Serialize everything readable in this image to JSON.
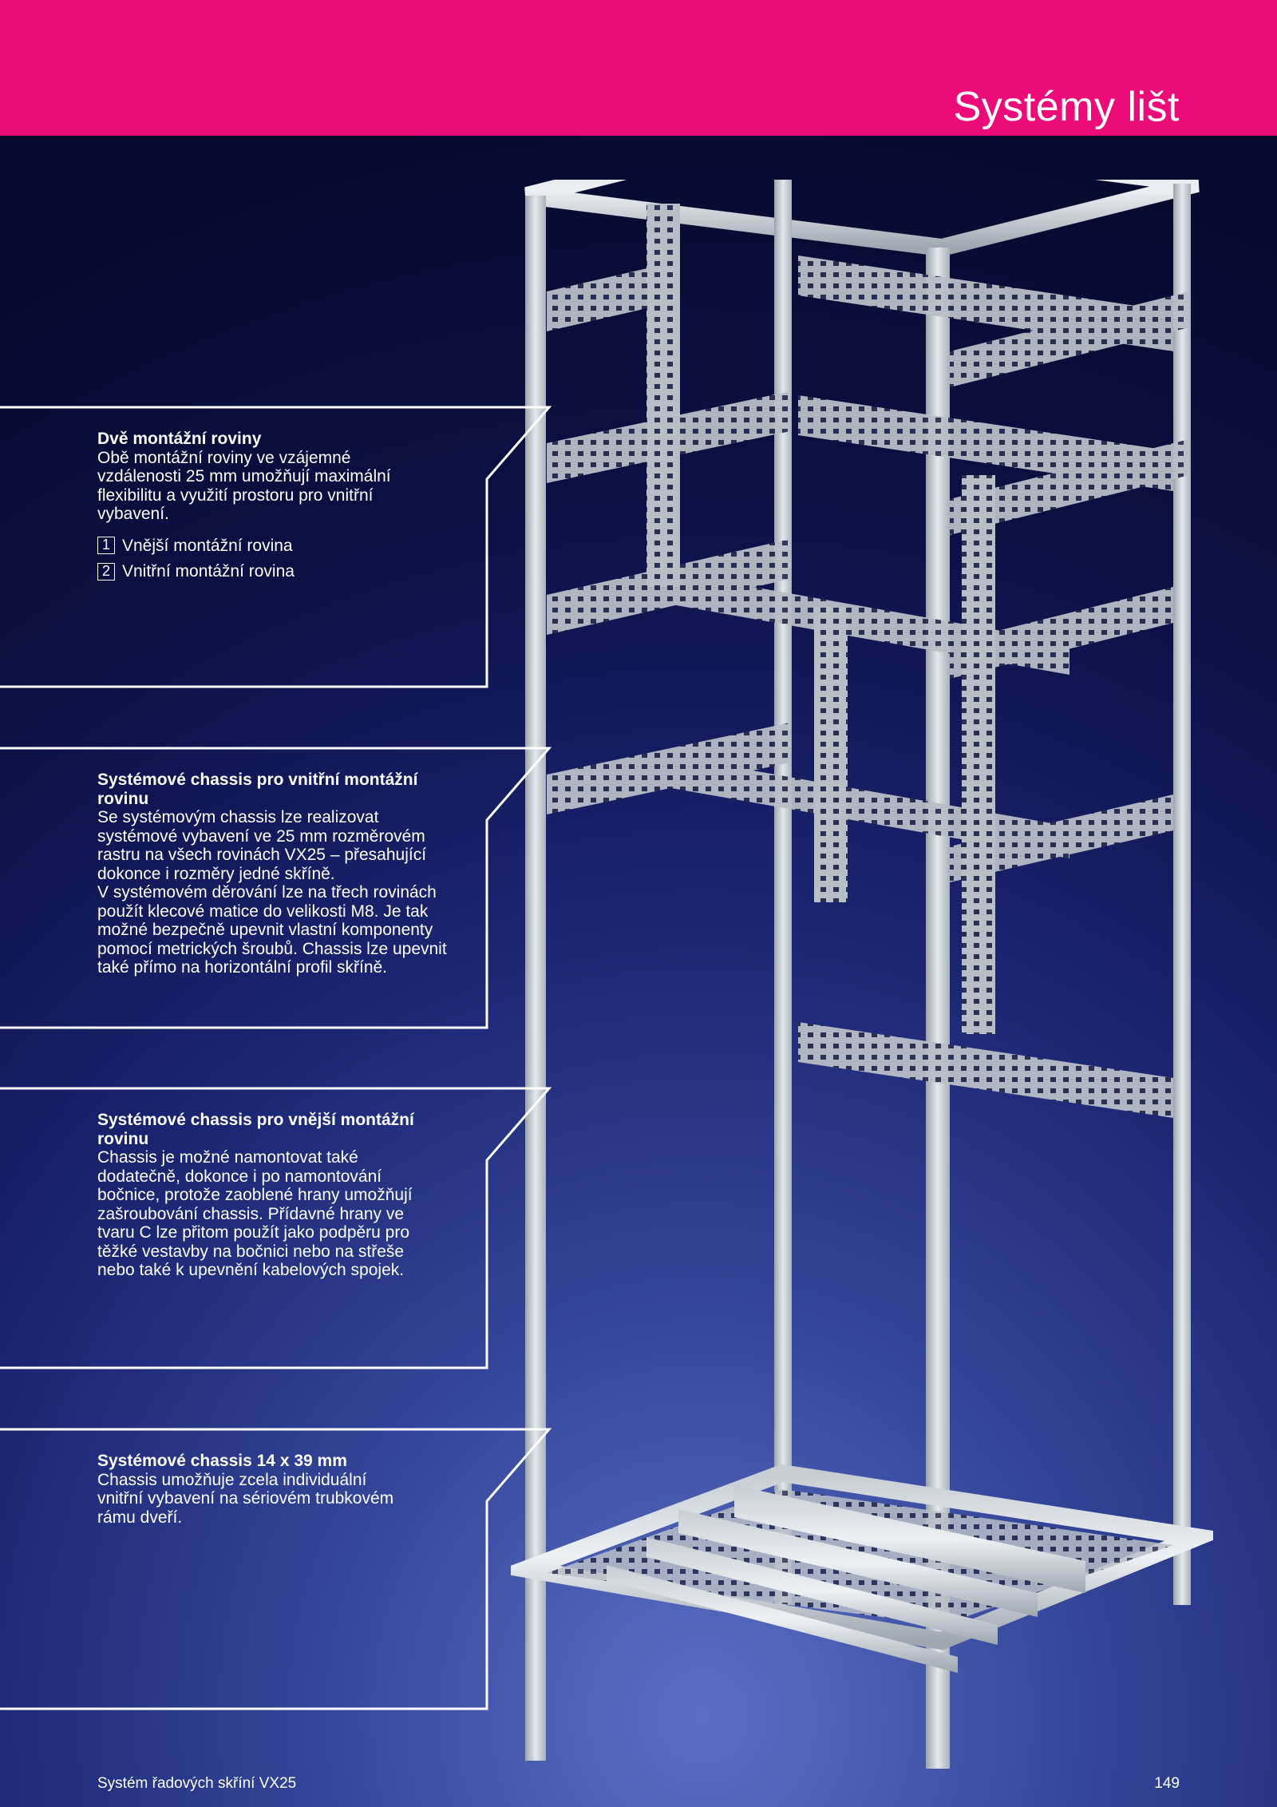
{
  "header": {
    "title": "Systémy lišt"
  },
  "callouts": [
    {
      "heading": "Dvě montážní roviny",
      "body": "Obě montážní roviny ve vzájemné\nvzdálenosti 25 mm umožňují maximální\nflexibilitu a využití prostoru pro vnitřní\nvybavení.",
      "legend": [
        {
          "num": "1",
          "label": "Vnější montážní rovina"
        },
        {
          "num": "2",
          "label": "Vnitřní montážní rovina"
        }
      ]
    },
    {
      "heading": "Systémové chassis pro vnitřní montážní\nrovinu",
      "body": "Se systémovým chassis lze realizovat\nsystémové vybavení ve 25 mm rozměrovém\nrastru na všech rovinách VX25 – přesahující\ndokonce i rozměry jedné skříně.\nV systémovém děrování lze na třech rovinách\npoužít klecové matice do velikosti M8. Je tak\nmožné bezpečně upevnit vlastní komponenty\npomocí metrických šroubů. Chassis lze upevnit\ntaké přímo na horizontální profil skříně."
    },
    {
      "heading": "Systémové chassis pro vnější montážní\nrovinu",
      "body": "Chassis je možné namontovat také\ndodatečně, dokonce i po namontování\nbočnice, protože zaoblené hrany umožňují\nzašroubování chassis. Přídavné hrany ve\ntvaru C lze přitom použít jako podpěru pro\ntěžké vestavby na bočnici nebo na střeše\nnebo také k upevnění kabelových spojek."
    },
    {
      "heading": "Systémové chassis 14 x 39 mm",
      "body": "Chassis umožňuje zcela individuální\nvnitřní vybavení na sériovém trubkovém\nrámu dveří."
    }
  ],
  "footer": {
    "left": "Systém řadových skříní VX25",
    "page_number": "149"
  },
  "colors": {
    "accent": "#ec0b78",
    "background_dark": "#0b1045",
    "background_light": "#5a6fc4"
  }
}
